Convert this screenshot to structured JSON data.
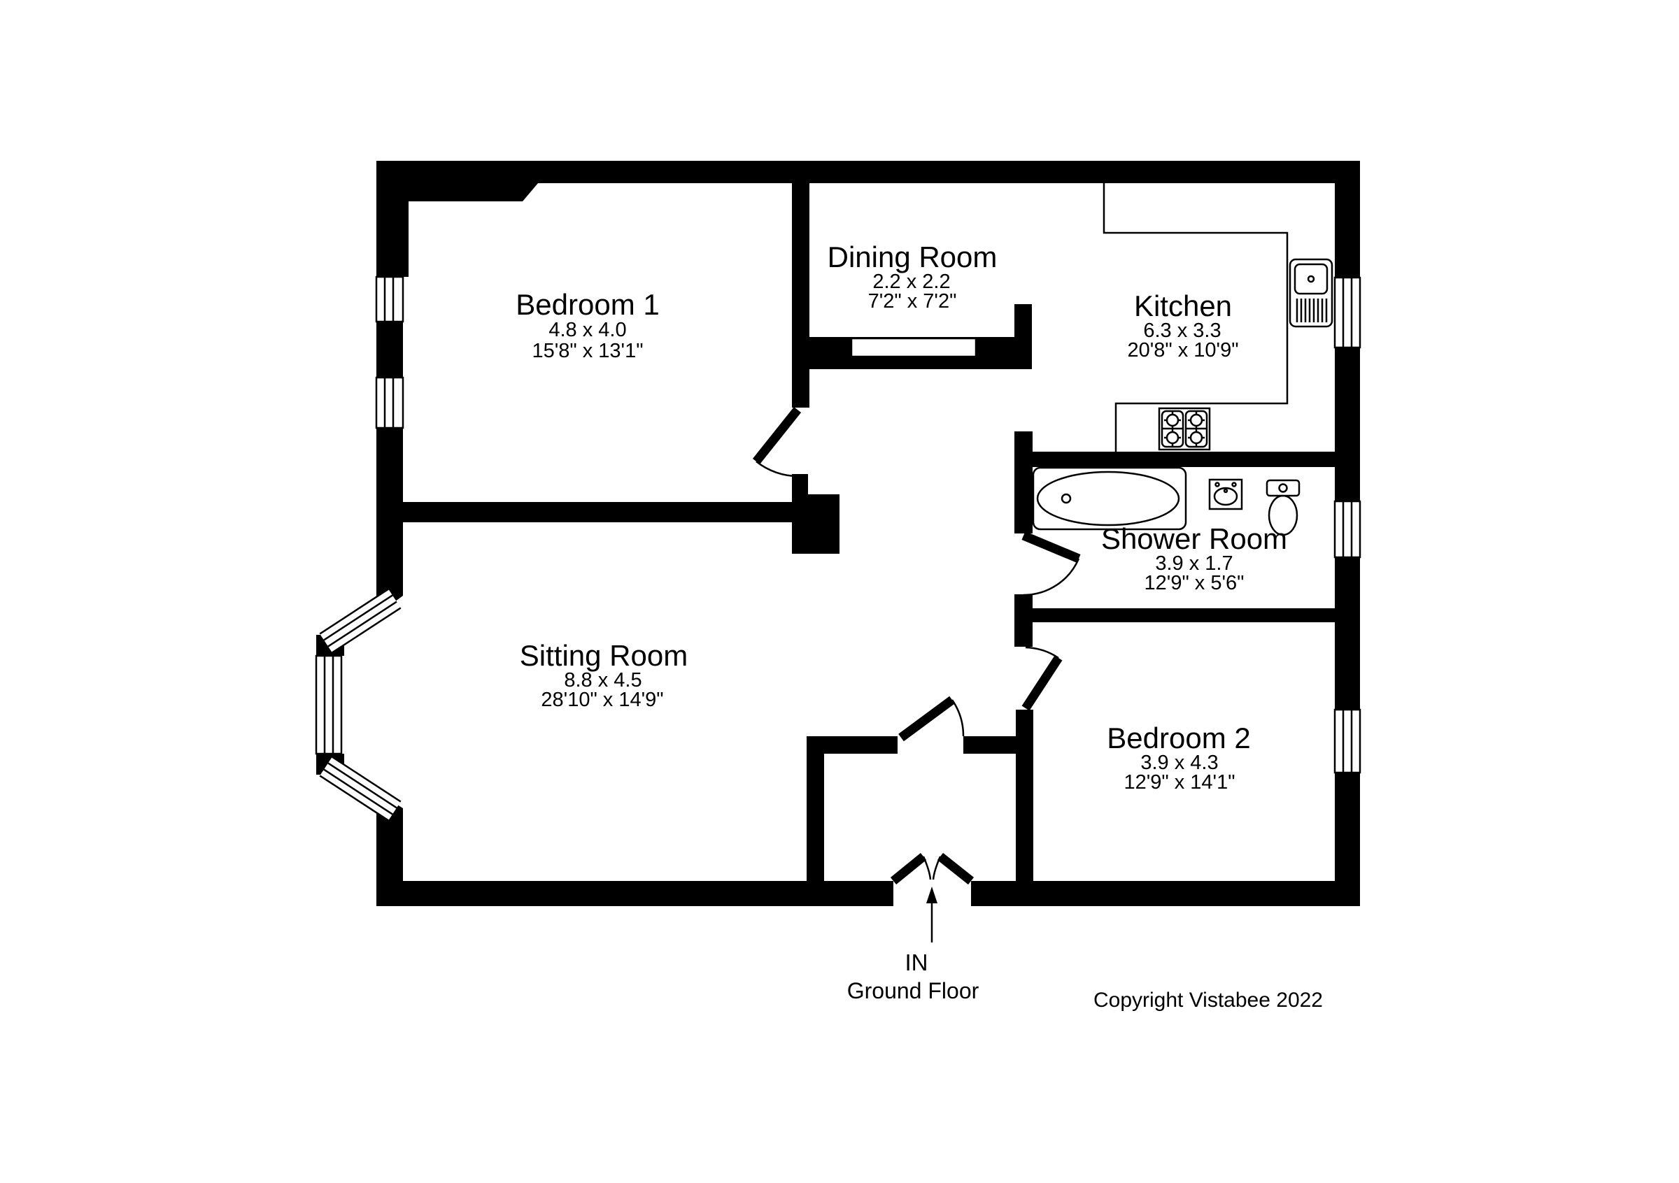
{
  "rooms": [
    {
      "id": "bedroom1",
      "name": "Bedroom 1",
      "metric": "4.8 x 4.0",
      "imperial": "15'8\" x 13'1\""
    },
    {
      "id": "dining",
      "name": "Dining Room",
      "metric": "2.2 x 2.2",
      "imperial": "7'2\" x 7'2\""
    },
    {
      "id": "kitchen",
      "name": "Kitchen",
      "metric": "6.3 x 3.3",
      "imperial": "20'8\" x 10'9\""
    },
    {
      "id": "shower",
      "name": "Shower Room",
      "metric": "3.9 x 1.7",
      "imperial": "12'9\" x 5'6\""
    },
    {
      "id": "bedroom2",
      "name": "Bedroom 2",
      "metric": "3.9 x 4.3",
      "imperial": "12'9\" x 14'1\""
    },
    {
      "id": "sitting",
      "name": "Sitting Room",
      "metric": "8.8 x 4.5",
      "imperial": "28'10\" x 14'9\""
    }
  ],
  "entry": {
    "label": "IN"
  },
  "floor": {
    "label": "Ground Floor"
  },
  "copyright": {
    "label": "Copyright Vistabee 2022"
  },
  "colors": {
    "wall": "#000000",
    "background": "#ffffff"
  }
}
